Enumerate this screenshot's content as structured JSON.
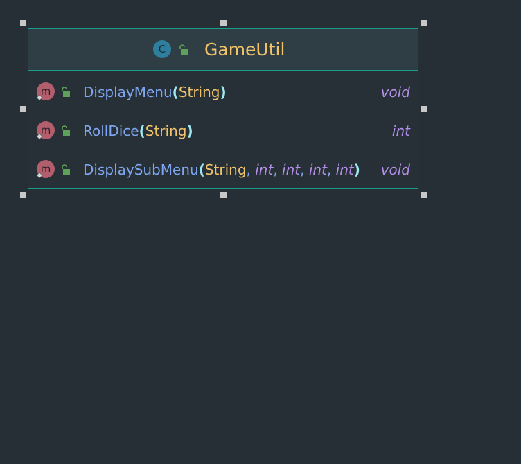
{
  "class": {
    "icon_letter": "C",
    "name": "GameUtil"
  },
  "methods": [
    {
      "icon_letter": "m",
      "name": "DisplayMenu",
      "open": "(",
      "params": [
        "String"
      ],
      "close": ")",
      "return_type": "void"
    },
    {
      "icon_letter": "m",
      "name": "RollDice",
      "open": "(",
      "params": [
        "String"
      ],
      "close": ")",
      "return_type": "int"
    },
    {
      "icon_letter": "m",
      "name": "DisplaySubMenu",
      "open": "(",
      "params": [
        "String",
        "int",
        "int",
        "int",
        "int"
      ],
      "separator": ", ",
      "close": ")",
      "return_type": "void"
    }
  ],
  "colors": {
    "background": "#262f35",
    "border": "#1a9c8a",
    "class_name": "#f0c26a",
    "method_name": "#7fa6f0",
    "primitive_type": "#b48ee8",
    "method_icon": "#c0606b",
    "class_icon": "#2e7f9e",
    "lock": "#5fa05a"
  }
}
